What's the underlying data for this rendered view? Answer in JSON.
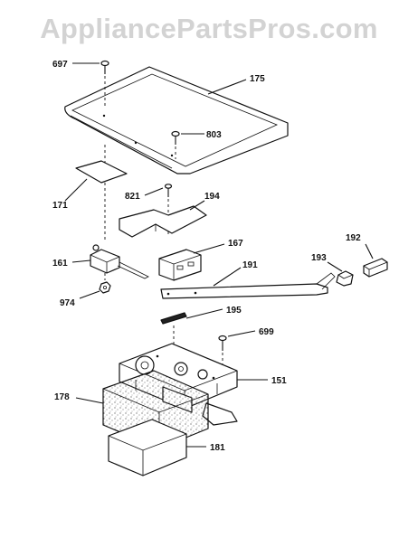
{
  "watermark": "AppliancePartsPros.com",
  "labels": {
    "p697": "697",
    "p175": "175",
    "p803": "803",
    "p171": "171",
    "p821": "821",
    "p194": "194",
    "p167": "167",
    "p192": "192",
    "p161": "161",
    "p193": "193",
    "p191": "191",
    "p974": "974",
    "p195": "195",
    "p699": "699",
    "p151": "151",
    "p178": "178",
    "p181": "181"
  }
}
